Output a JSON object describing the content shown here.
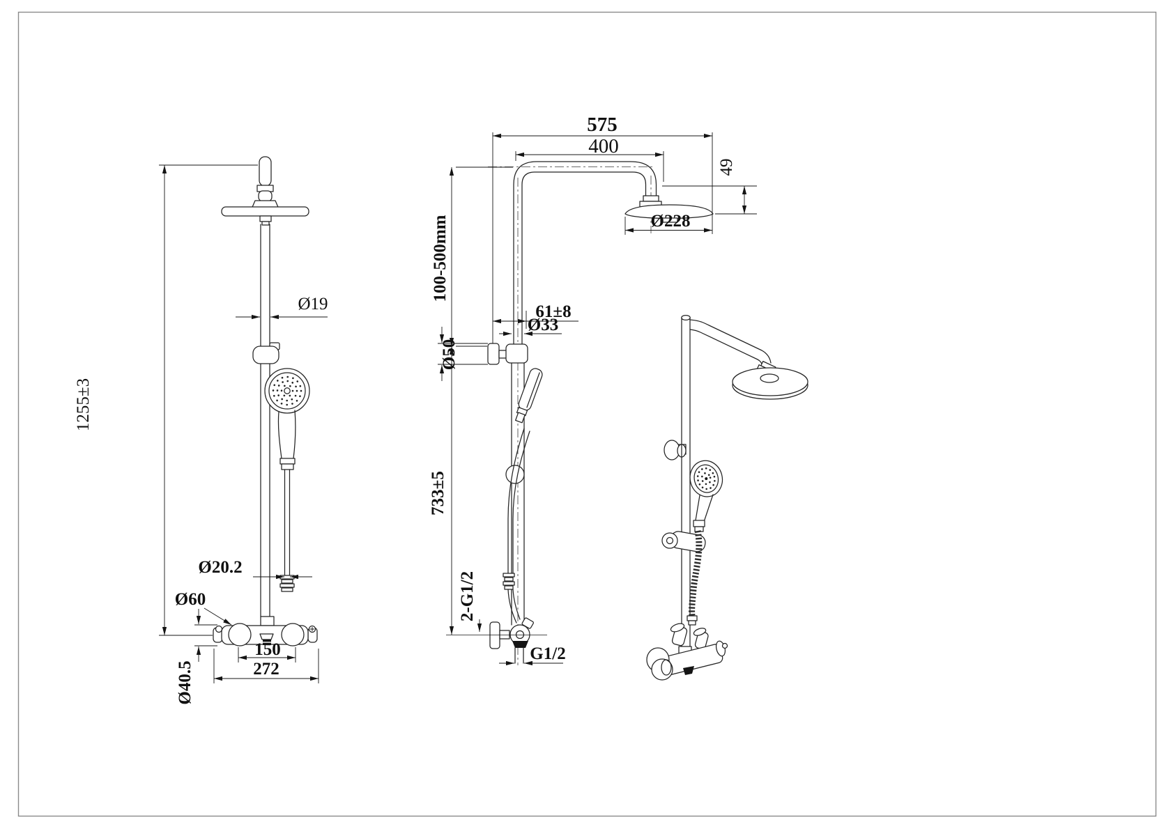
{
  "page": {
    "background": "#ffffff",
    "border_color": "#8a8a8a",
    "line_color": "#232323"
  },
  "views": {
    "front": {
      "labels": {
        "pole_diameter": "Ø19",
        "overall_height": "1255±3",
        "hose_nut_diameter": "Ø20.2",
        "end_cap_diameter": "Ø60",
        "handle_spacing": "150",
        "valve_width": "272",
        "valve_body_diameter": "Ø40.5"
      }
    },
    "side": {
      "labels": {
        "overall_reach": "575",
        "arm_length": "400",
        "head_offset": "49",
        "head_diameter": "Ø228",
        "height_adjustment": "100-500mm",
        "wall_clearance": "61±8",
        "riser_diameter": "Ø33",
        "bracket_plate_diameter": "Ø50",
        "lower_riser_height": "733±5",
        "inlet_threads": "2-G1/2",
        "outlet_thread": "G1/2"
      }
    },
    "perspective": {}
  }
}
